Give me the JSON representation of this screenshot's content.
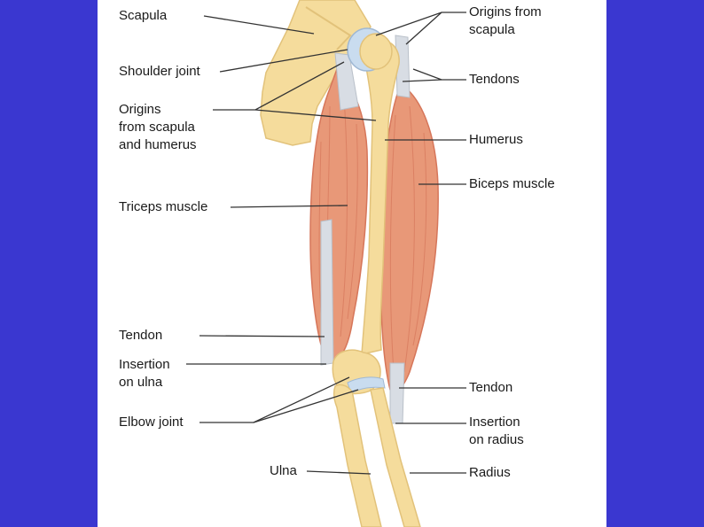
{
  "colors": {
    "background": "#3a37d0",
    "panel": "#ffffff",
    "bone": "#f5dc9c",
    "bone_shadow": "#e2c27a",
    "muscle": "#e89878",
    "muscle_dark": "#d6765a",
    "tendon": "#d8dde4",
    "cartilage": "#c9dcef",
    "leader": "#333333"
  },
  "labels": {
    "scapula": "Scapula",
    "shoulder_joint": "Shoulder joint",
    "origins_scapula_humerus": [
      "Origins",
      "from scapula",
      "and humerus"
    ],
    "triceps_muscle": "Triceps muscle",
    "tendon_left": "Tendon",
    "insertion_ulna": [
      "Insertion",
      "on ulna"
    ],
    "elbow_joint": "Elbow joint",
    "ulna": "Ulna",
    "origins_from_scapula": [
      "Origins from",
      "scapula"
    ],
    "tendons": "Tendons",
    "humerus": "Humerus",
    "biceps_muscle": "Biceps muscle",
    "tendon_right": "Tendon",
    "insertion_radius": [
      "Insertion",
      "on radius"
    ],
    "radius": "Radius"
  }
}
